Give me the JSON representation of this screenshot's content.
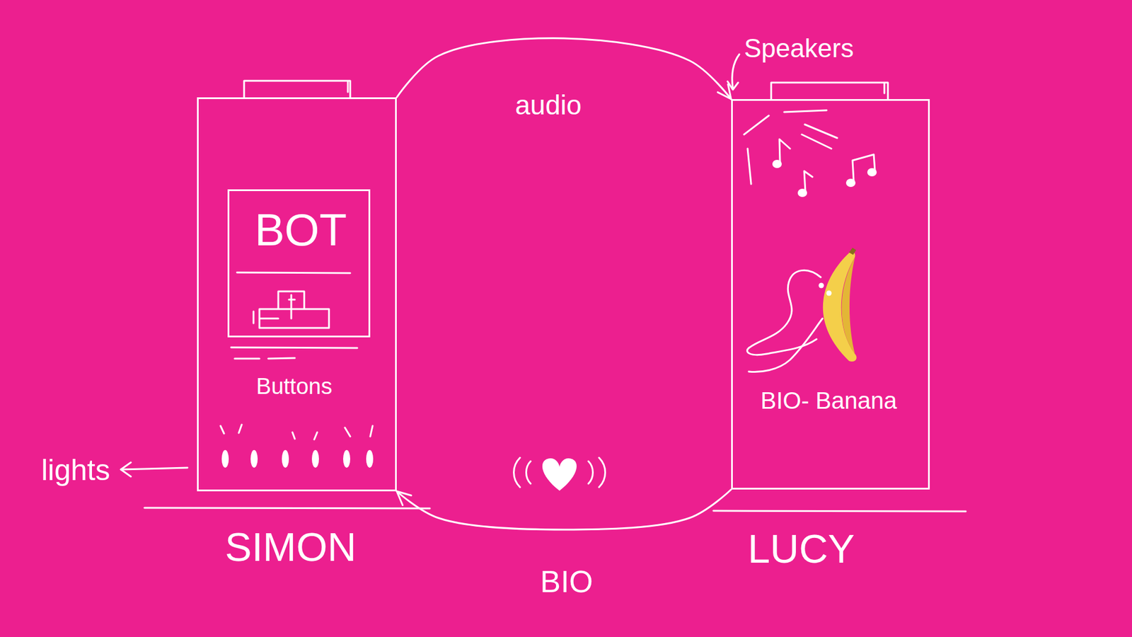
{
  "diagram": {
    "nodes": [
      {
        "text": [
          "SIMON"
        ]
      },
      {
        "text": [
          "BOT",
          "Buttons"
        ],
        "in": 0
      },
      {
        "text": [
          "LUCY"
        ]
      }
    ],
    "edges": [
      {
        "from": 0,
        "to": 2,
        "arrow": "to",
        "label": "audio"
      },
      {
        "from": 2,
        "to": 0,
        "arrow": "to",
        "label": "BIO"
      }
    ],
    "labels": [
      "lights",
      "Speakers",
      "BIO- Banana"
    ]
  }
}
